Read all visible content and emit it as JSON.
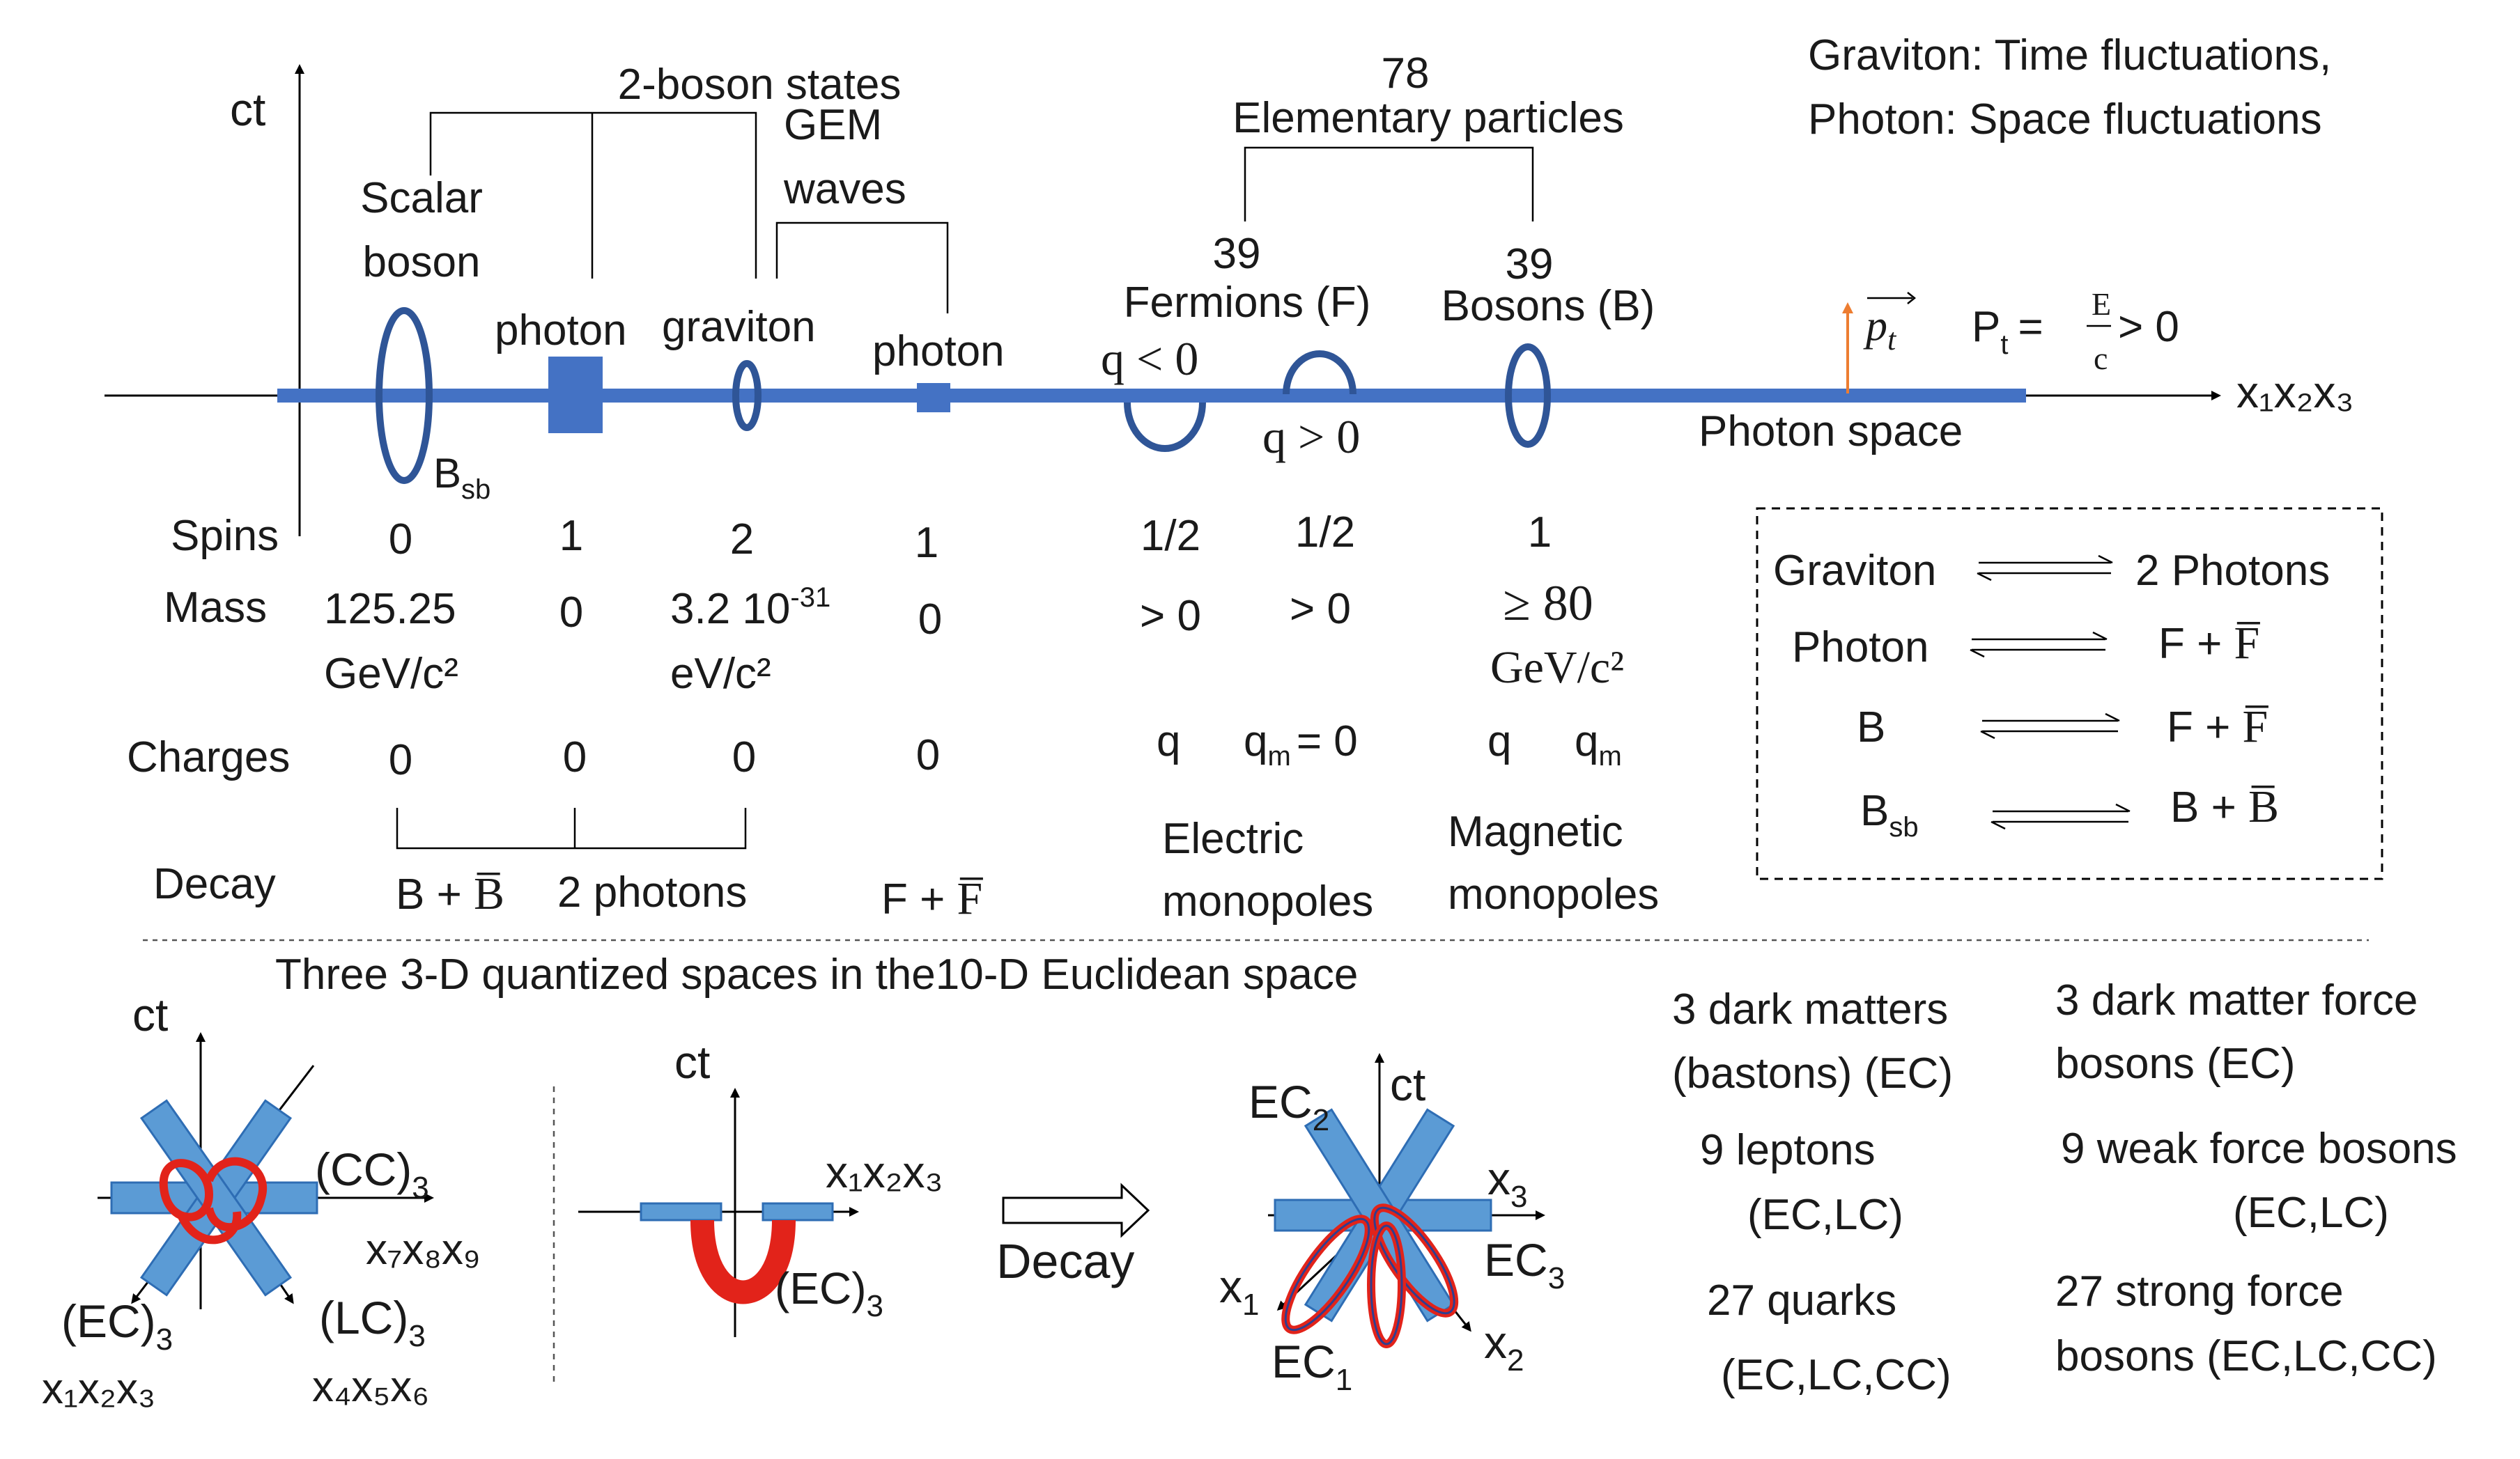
{
  "colors": {
    "bar": "#4472c4",
    "ring": "#2f5597",
    "red": "#e2231a",
    "momentum": "#ed7d31"
  },
  "top": {
    "axis_y": "ct",
    "axis_x": "x₁x₂x₃",
    "two_boson_states": "2-boson states",
    "gem_waves_1": "GEM",
    "gem_waves_2": "waves",
    "elem_count": "78",
    "elem_label": "Elementary particles",
    "fermion_count": "39",
    "fermion_label": "Fermions (F)",
    "boson_count": "39",
    "boson_label": "Bosons (B)",
    "scalar_1": "Scalar",
    "scalar_2": "boson",
    "bsb": "B",
    "bsb_sub": "sb",
    "photon1": "photon",
    "graviton": "graviton",
    "photon2": "photon",
    "q_neg": "q < 0",
    "q_pos": "q > 0",
    "pt": "p",
    "pt_sub": "t",
    "pt_eq_1": "P",
    "pt_eq_sub": "t",
    "pt_eq_2": "=",
    "pt_eq_num": "E",
    "pt_eq_den": "c",
    "pt_eq_3": "> 0",
    "photon_space": "Photon space",
    "note_1": "Graviton: Time fluctuations,",
    "note_2": "Photon: Space fluctuations"
  },
  "table": {
    "row_spins": "Spins",
    "row_mass": "Mass",
    "row_charges": "Charges",
    "row_decay": "Decay",
    "spins": [
      "0",
      "1",
      "2",
      "1",
      "1/2",
      "1/2",
      "1"
    ],
    "mass_scalar_1": "125.25",
    "mass_scalar_2": "GeV/c²",
    "mass_photon": "0",
    "mass_graviton_1": "3.2 10",
    "mass_graviton_exp": "-31",
    "mass_graviton_2": "eV/c²",
    "mass_photon2": "0",
    "mass_f1": "> 0",
    "mass_f2": "> 0",
    "mass_b_1": "≥ 80",
    "mass_b_2": "GeV/c²",
    "charges": [
      "0",
      "0",
      "0",
      "0"
    ],
    "charge_q": "q",
    "charge_qm_eq": "q",
    "charge_qm_eq_sub": "m",
    "charge_qm_eq_val": "= 0",
    "charge_b_q": "q",
    "charge_b_qm": "q",
    "charge_b_qm_sub": "m",
    "decay_b": "B + ",
    "decay_b_bar": "B̅",
    "decay_2ph": "2 photons",
    "decay_f": "F + ",
    "decay_f_bar": "F̅",
    "electric_1": "Electric",
    "electric_2": "monopoles",
    "magnetic_1": "Magnetic",
    "magnetic_2": "monopoles"
  },
  "box": {
    "r1_left": "Graviton",
    "r1_right": "2  Photons",
    "r2_left": "Photon",
    "r2_right": "F + ",
    "r2_right_bar": "F̅",
    "r3_left": "B",
    "r3_right": "F + ",
    "r3_right_bar": "F̅",
    "r4_left": "B",
    "r4_left_sub": "sb",
    "r4_right": "B + ",
    "r4_right_bar": "B̅"
  },
  "bottom": {
    "title": "Three 3-D quantized spaces in the10-D Euclidean space",
    "ct": "ct",
    "cc3": "(CC)",
    "cc3_sub": "3",
    "x789": "x₇x₈x₉",
    "ec3": "(EC)",
    "ec3_sub": "3",
    "x123": "x₁x₂x₃",
    "lc3": "(LC)",
    "lc3_sub": "3",
    "x456": "x₄x₅x₆",
    "mid_ct": "ct",
    "mid_x123": "x₁x₂x₃",
    "mid_ec3": "(EC)",
    "mid_ec3_sub": "3",
    "decay": "Decay",
    "r_ct": "ct",
    "r_ec2": "EC",
    "r_ec2_sub": "2",
    "r_x3": "x",
    "r_x3_sub": "3",
    "r_ec3": "EC",
    "r_ec3_sub": "3",
    "r_x1": "x",
    "r_x1_sub": "1",
    "r_ec1": "EC",
    "r_ec1_sub": "1",
    "r_x2": "x",
    "r_x2_sub": "2",
    "dm_1": "3 dark matters",
    "dm_2": "(bastons) (EC)",
    "dmf_1": "3 dark matter force",
    "dmf_2": "bosons    (EC)",
    "lep_1": "9 leptons",
    "lep_2": "(EC,LC)",
    "weak_1": "9 weak force bosons",
    "weak_2": "(EC,LC)",
    "quark_1": "27 quarks",
    "quark_2": "(EC,LC,CC)",
    "strong_1": "27 strong  force",
    "strong_2": "bosons (EC,LC,CC)"
  }
}
